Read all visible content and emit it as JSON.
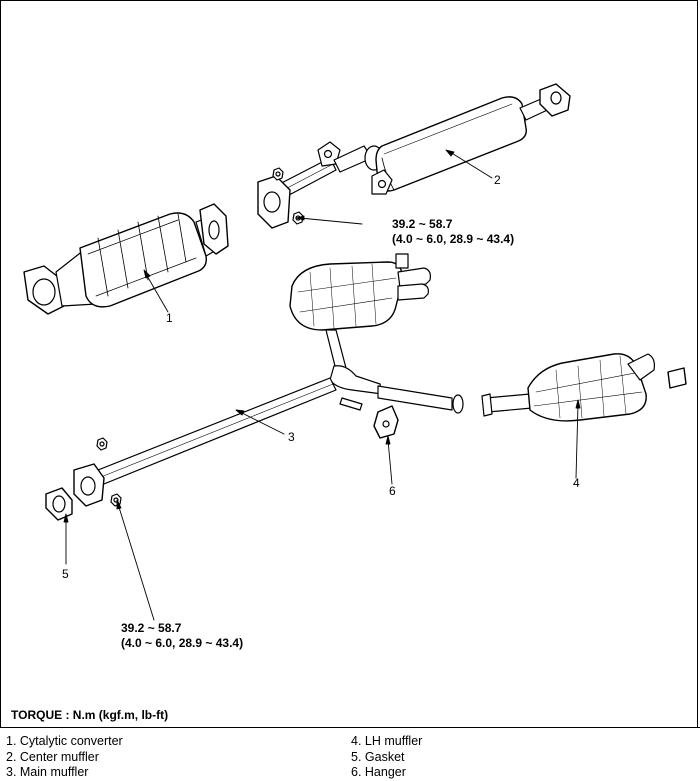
{
  "callouts": [
    "1",
    "2",
    "3",
    "4",
    "5",
    "6"
  ],
  "torque_upper": {
    "line1": "39.2 ~ 58.7",
    "line2": "(4.0 ~ 6.0, 28.9 ~ 43.4)"
  },
  "torque_lower": {
    "line1": "39.2 ~ 58.7",
    "line2": "(4.0 ~ 6.0, 28.9 ~ 43.4)"
  },
  "torque_title": "TORQUE : N.m (kgf.m, lb-ft)",
  "legend": {
    "left": [
      "1.  Cytalytic converter",
      "2.  Center muffler",
      "3.  Main muffler"
    ],
    "right": [
      "4.  LH muffler",
      "5.  Gasket",
      "6.  Hanger"
    ]
  }
}
